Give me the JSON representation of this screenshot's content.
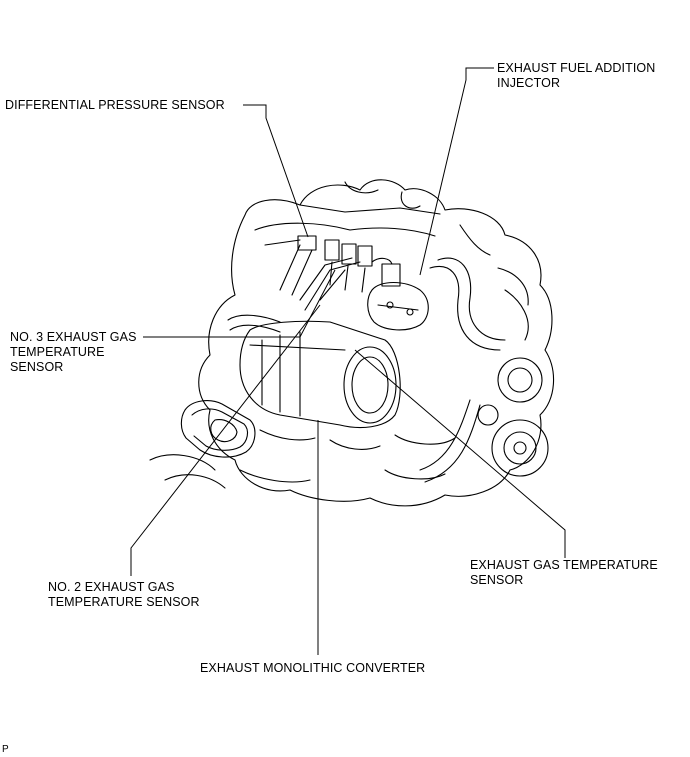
{
  "labels": {
    "exhaust_fuel_addition_injector": "EXHAUST FUEL ADDITION\nINJECTOR",
    "differential_pressure_sensor": "DIFFERENTIAL PRESSURE SENSOR",
    "no3_exhaust_gas_temperature_sensor": "NO. 3 EXHAUST GAS\nTEMPERATURE\nSENSOR",
    "exhaust_gas_temperature_sensor": "EXHAUST GAS TEMPERATURE\nSENSOR",
    "no2_exhaust_gas_temperature_sensor": "NO. 2 EXHAUST GAS\nTEMPERATURE SENSOR",
    "exhaust_monolithic_converter": "EXHAUST MONOLITHIC CONVERTER"
  },
  "corner_mark": "P"
}
